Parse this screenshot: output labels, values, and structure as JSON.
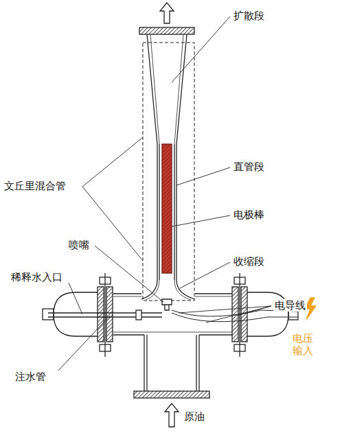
{
  "diagram": {
    "labels": [
      "扩散段",
      "文丘里混合管",
      "直管段",
      "电极棒",
      "喷嘴",
      "收缩段",
      "稀释水入口",
      "电导线",
      "电压 输入",
      "注水管",
      "原油"
    ]
  }
}
